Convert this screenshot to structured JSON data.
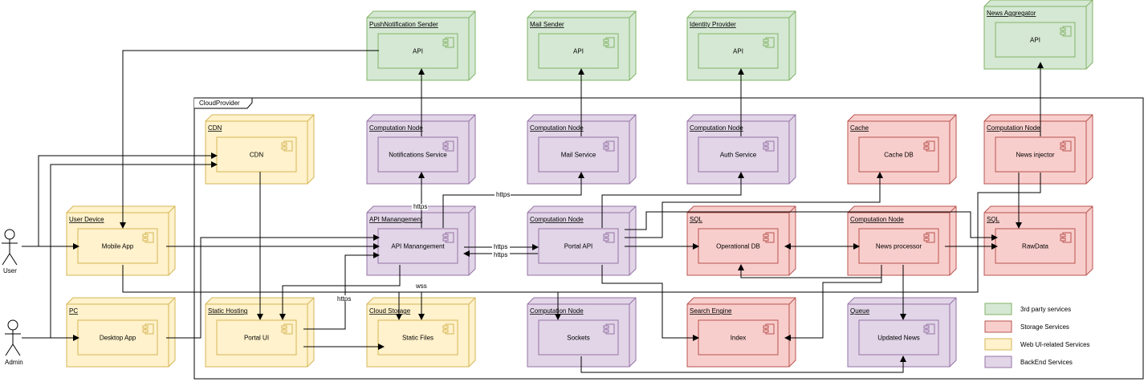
{
  "cloud": {
    "label": "CloudProvider"
  },
  "actors": {
    "user": "User",
    "admin": "Admin"
  },
  "nodes": {
    "push": {
      "title": "PushNotification Sender",
      "comp": "API"
    },
    "mail": {
      "title": "Mail Sender",
      "comp": "API"
    },
    "idp": {
      "title": "Identity Provider",
      "comp": "API"
    },
    "news_agg": {
      "title": "News Aggregator",
      "comp": "API"
    },
    "cdn": {
      "title": "CDN",
      "comp": "CDN"
    },
    "notif": {
      "title": "Computation Node",
      "comp": "Notifications Service"
    },
    "mailsvc": {
      "title": "Computation Node",
      "comp": "Mail Service"
    },
    "auth": {
      "title": "Computation Node",
      "comp": "Auth Service"
    },
    "cache": {
      "title": "Cache",
      "comp": "Cache DB"
    },
    "injector": {
      "title": "Computation Node",
      "comp": "News injector"
    },
    "userdev": {
      "title": "User Device",
      "comp": "Mobile App"
    },
    "apim": {
      "title": "API Manangement",
      "comp": "API Manangement"
    },
    "portalapi": {
      "title": "Computation Node",
      "comp": "Portal API"
    },
    "sql": {
      "title": "SQL",
      "comp": "Operational DB"
    },
    "processor": {
      "title": "Computation Node",
      "comp": "News processor"
    },
    "sql2": {
      "title": "SQL",
      "comp": "RawData"
    },
    "pc": {
      "title": "PC",
      "comp": "Desktop App"
    },
    "hosting": {
      "title": "Static Hosting",
      "comp": "Portal UI"
    },
    "storage": {
      "title": "Cloud Storage",
      "comp": "Static Files"
    },
    "sockets": {
      "title": "Computation Node",
      "comp": "Sockets"
    },
    "search": {
      "title": "Search Engine",
      "comp": "Index"
    },
    "queue": {
      "title": "Queue",
      "comp": "Updated News"
    }
  },
  "edge_labels": {
    "https_notif": "https",
    "https_mail": "https",
    "https_1": "https",
    "https_2": "https",
    "wss": "wss",
    "https_ui": "https"
  },
  "legend": [
    {
      "label": "3rd party services",
      "fill": "#d5e8d4",
      "stroke": "#82b366"
    },
    {
      "label": "Storage Services",
      "fill": "#f8cecc",
      "stroke": "#b85450"
    },
    {
      "label": "Web UI-related Services",
      "fill": "#fff2cc",
      "stroke": "#d6b656"
    },
    {
      "label": "BackEnd Services",
      "fill": "#e1d5e7",
      "stroke": "#9673a6"
    }
  ],
  "colors": {
    "green": {
      "fill": "#d5e8d4",
      "stroke": "#82b366"
    },
    "red": {
      "fill": "#f8cecc",
      "stroke": "#b85450"
    },
    "yellow": {
      "fill": "#fff2cc",
      "stroke": "#d6b656"
    },
    "purple": {
      "fill": "#e1d5e7",
      "stroke": "#9673a6"
    }
  }
}
